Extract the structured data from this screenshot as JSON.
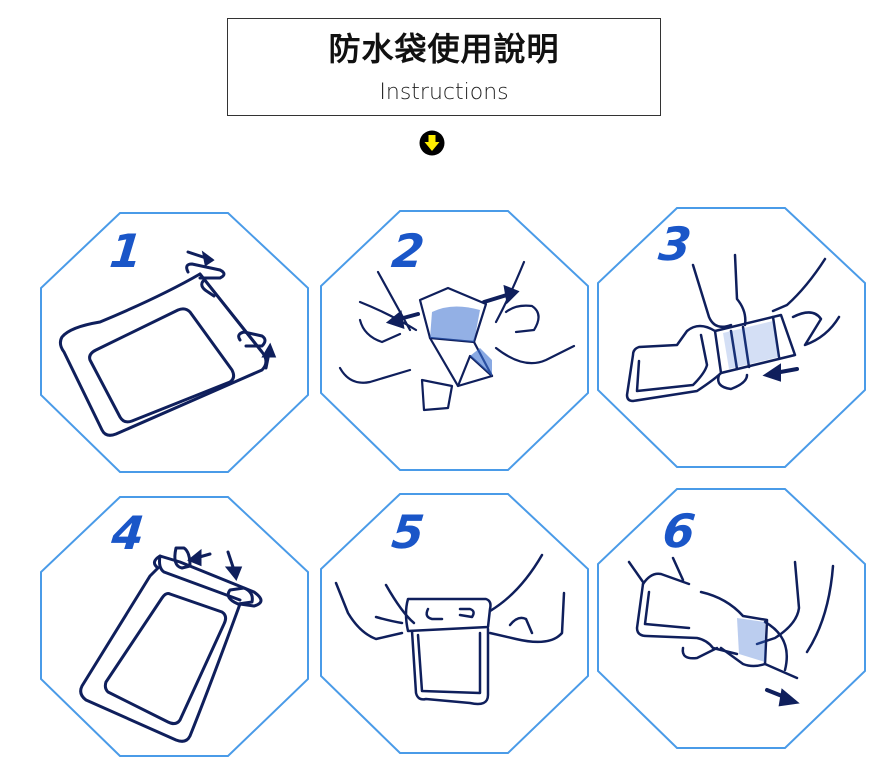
{
  "header": {
    "title_zh": "防水袋使用說明",
    "title_en": "Instructions",
    "arrow_icon": "down-arrow-circle-icon"
  },
  "colors": {
    "octagon_border": "#4a9be8",
    "step_number": "#1a56c8",
    "line_art": "#0f1f5c",
    "arrow_fill": "#ffee00",
    "arrow_bg": "#000000"
  },
  "steps": [
    {
      "number": "1",
      "illustration": "pouch-clips-open-arrows"
    },
    {
      "number": "2",
      "illustration": "hands-open-pouch-mouth"
    },
    {
      "number": "3",
      "illustration": "insert-phone-into-pouch"
    },
    {
      "number": "4",
      "illustration": "press-clips-closed-arrows"
    },
    {
      "number": "5",
      "illustration": "hands-lock-clips"
    },
    {
      "number": "6",
      "illustration": "remove-phone-from-pouch"
    }
  ]
}
